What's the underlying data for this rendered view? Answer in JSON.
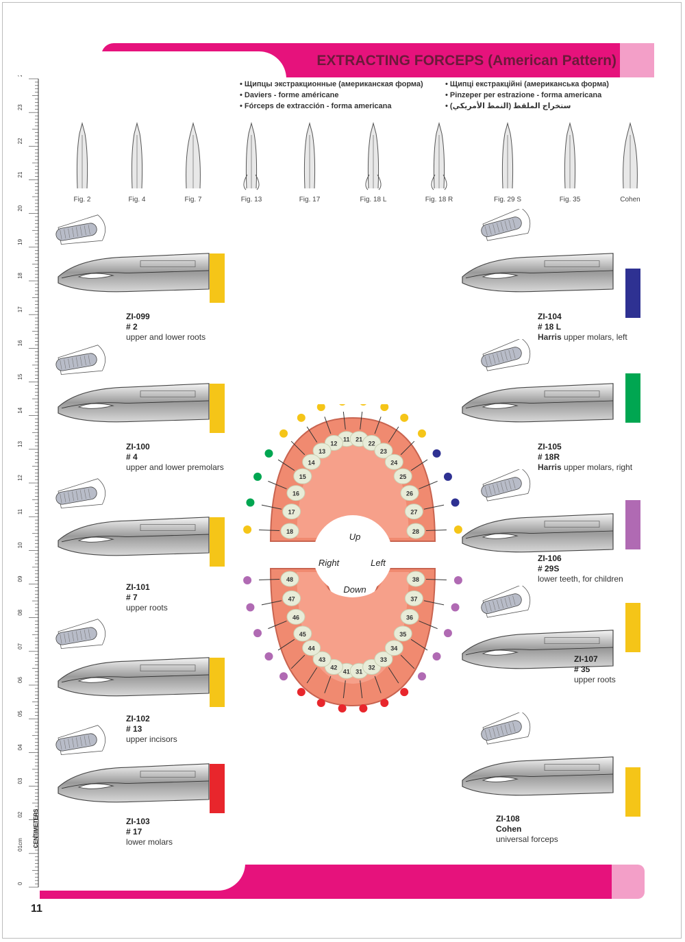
{
  "header": {
    "title": "EXTRACTING FORCEPS (American Pattern)"
  },
  "subtitles": {
    "left": [
      "Щипцы экстракционные (американская форма)",
      "Daviers - forme américane",
      "Fórceps de extracción - forma americana"
    ],
    "right": [
      "Щипці екстракційні (американська форма)",
      "Pinzeper per estrazione - forma americana",
      "ستخراج الملقط (النمط الأمريكي)"
    ]
  },
  "figures": [
    "Fig. 2",
    "Fig. 4",
    "Fig. 7",
    "Fig. 13",
    "Fig. 17",
    "Fig. 18 L",
    "Fig. 18 R",
    "Fig. 29 S",
    "Fig. 35",
    "Cohen"
  ],
  "products_left": [
    {
      "code": "ZI-099",
      "fig": "# 2",
      "desc": "upper and lower roots",
      "color": "#f5c518"
    },
    {
      "code": "ZI-100",
      "fig": "# 4",
      "desc": "upper and lower premolars",
      "color": "#f5c518"
    },
    {
      "code": "ZI-101",
      "fig": "# 7",
      "desc": "upper roots",
      "color": "#f5c518"
    },
    {
      "code": "ZI-102",
      "fig": "# 13",
      "desc": "upper incisors",
      "color": "#f5c518"
    },
    {
      "code": "ZI-103",
      "fig": "# 17",
      "desc": "lower molars",
      "color": "#e8262c"
    }
  ],
  "products_right": [
    {
      "code": "ZI-104",
      "fig": "# 18 L",
      "bold": "Harris",
      "desc": " upper molars, left",
      "color": "#2e3192"
    },
    {
      "code": "ZI-105",
      "fig": "# 18R",
      "bold": "Harris",
      "desc": " upper molars, right",
      "color": "#00a651"
    },
    {
      "code": "ZI-106",
      "fig": "# 29S",
      "bold": "",
      "desc": "lower teeth, for children",
      "color": "#b06ab3"
    },
    {
      "code": "ZI-107",
      "fig": "# 35",
      "bold": "",
      "desc": "upper roots",
      "color": "#f5c518"
    },
    {
      "code": "ZI-108",
      "fig": "Cohen",
      "bold": "",
      "desc": "universal forceps",
      "color": "#f5c518"
    }
  ],
  "jaw": {
    "up": "Up",
    "down": "Down",
    "right": "Right",
    "left": "Left",
    "upper_right": [
      "11",
      "12",
      "13",
      "14",
      "15",
      "16",
      "17",
      "18"
    ],
    "upper_left": [
      "21",
      "22",
      "23",
      "24",
      "25",
      "26",
      "27",
      "28"
    ],
    "lower_left": [
      "31",
      "32",
      "33",
      "34",
      "35",
      "36",
      "37",
      "38"
    ],
    "lower_right": [
      "41",
      "42",
      "43",
      "44",
      "45",
      "46",
      "47",
      "48"
    ]
  },
  "ruler": {
    "unit_label": "CENTIMETERS",
    "labels": [
      "0",
      "01cm",
      "02",
      "03",
      "04",
      "05",
      "06",
      "07",
      "08",
      "09",
      "10",
      "11",
      "12",
      "13",
      "14",
      "15",
      "16",
      "17",
      "18",
      "19",
      "20",
      "21",
      "22",
      "23",
      "24"
    ]
  },
  "page_number": "11"
}
